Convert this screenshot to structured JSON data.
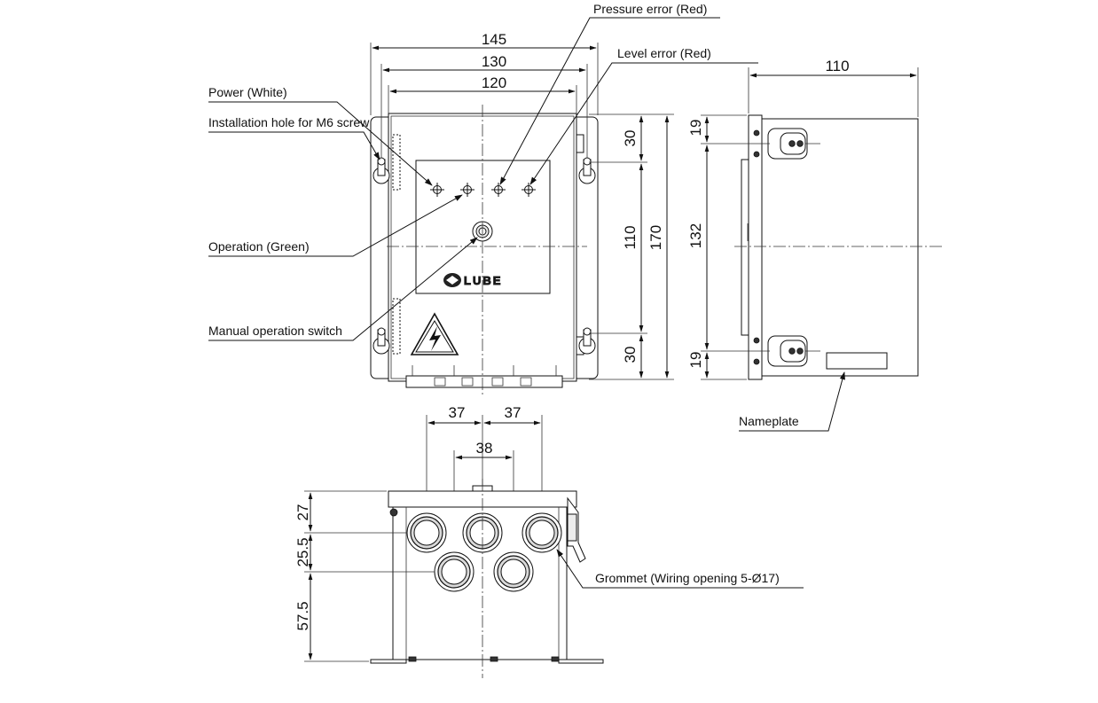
{
  "callouts": {
    "pressure_error": "Pressure error (Red)",
    "level_error": "Level error (Red)",
    "power": "Power (White)",
    "installation_hole": "Installation hole for M6 screw",
    "operation": "Operation (Green)",
    "manual_switch": "Manual operation switch",
    "nameplate": "Nameplate",
    "grommet": "Grommet (Wiring opening 5-Ø17)"
  },
  "logo_text": "LUBE",
  "front_view": {
    "width_overall": "145",
    "width_mount": "130",
    "width_body": "120",
    "height_top": "30",
    "height_mid": "110",
    "height_total": "170",
    "height_bottom": "30"
  },
  "side_view": {
    "depth": "110",
    "top_offset": "19",
    "mount_pitch": "132",
    "bottom_offset": "19"
  },
  "bottom_view": {
    "pitch_left": "37",
    "pitch_right": "37",
    "pitch_lower": "38",
    "row1_height": "27",
    "row2_height": "25.5",
    "base_height": "57.5"
  }
}
